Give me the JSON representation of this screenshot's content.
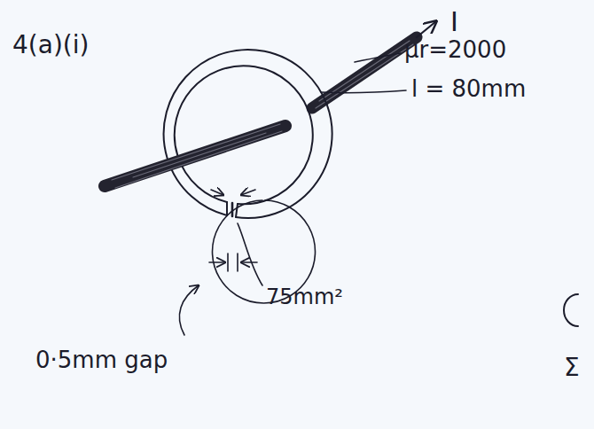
{
  "diagram": {
    "labels": [
      "4(a)(i)",
      "I",
      "μr=2000",
      "l = 80mm",
      "75mm²",
      "0·5mm gap",
      "Σ"
    ]
  }
}
